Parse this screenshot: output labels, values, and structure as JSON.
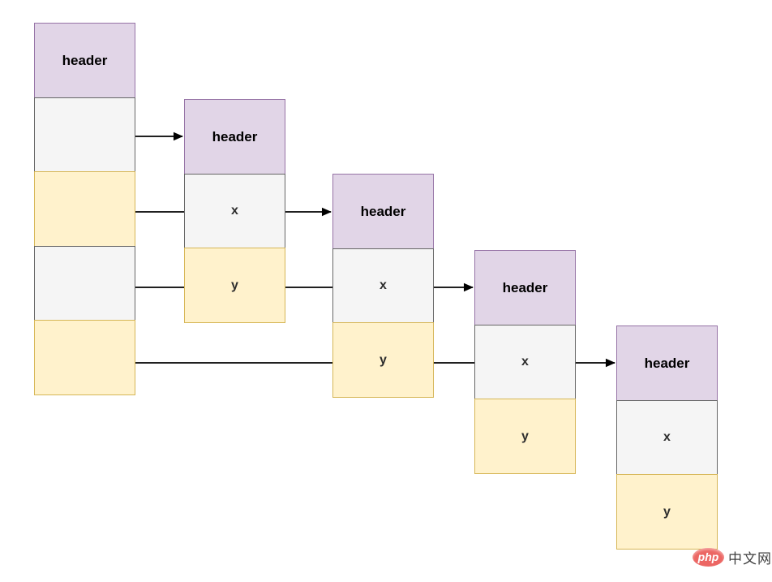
{
  "diagram": {
    "title": "linked node stacks diagram",
    "colors": {
      "header_fill": "#e1d5e7",
      "header_border": "#9673a6",
      "x_fill": "#f5f5f5",
      "x_border": "#666666",
      "y_fill": "#fff2cc",
      "y_border": "#d6b656",
      "arrow": "#000000",
      "badge_color": "#ec6663",
      "wm_text_color": "#3f3f3f"
    },
    "stacks": [
      {
        "id": "head-node",
        "cells": [
          {
            "type": "header",
            "label": "header"
          },
          {
            "type": "empty-gray",
            "label": ""
          },
          {
            "type": "empty-yellow",
            "label": ""
          },
          {
            "type": "empty-gray",
            "label": ""
          },
          {
            "type": "empty-yellow",
            "label": ""
          }
        ]
      },
      {
        "id": "node-1",
        "cells": [
          {
            "type": "header",
            "label": "header"
          },
          {
            "type": "x",
            "label": "x"
          },
          {
            "type": "y",
            "label": "y"
          }
        ]
      },
      {
        "id": "node-2",
        "cells": [
          {
            "type": "header",
            "label": "header"
          },
          {
            "type": "x",
            "label": "x"
          },
          {
            "type": "y",
            "label": "y"
          }
        ]
      },
      {
        "id": "node-3",
        "cells": [
          {
            "type": "header",
            "label": "header"
          },
          {
            "type": "x",
            "label": "x"
          },
          {
            "type": "y",
            "label": "y"
          }
        ]
      },
      {
        "id": "node-4",
        "cells": [
          {
            "type": "header",
            "label": "header"
          },
          {
            "type": "x",
            "label": "x"
          },
          {
            "type": "y",
            "label": "y"
          }
        ]
      }
    ],
    "connections": [
      {
        "from": "head-node.slot-1",
        "to": "node-1.header",
        "arrowhead": true
      },
      {
        "from": "head-node.slot-2",
        "to": "node-1.x",
        "arrowhead": false
      },
      {
        "from": "node-1.x",
        "to": "node-2.header",
        "arrowhead": true
      },
      {
        "from": "head-node.slot-3",
        "to": "node-1.y",
        "arrowhead": false
      },
      {
        "from": "node-1.y",
        "to": "node-2.x",
        "arrowhead": false
      },
      {
        "from": "node-2.x",
        "to": "node-3.header",
        "arrowhead": true
      },
      {
        "from": "head-node.slot-4",
        "to": "node-2.y",
        "arrowhead": false
      },
      {
        "from": "node-2.y",
        "to": "node-3.x",
        "arrowhead": false
      },
      {
        "from": "node-3.x",
        "to": "node-4.header",
        "arrowhead": true
      }
    ]
  },
  "watermark": {
    "badge_text": "php",
    "site_text": "中文网"
  }
}
